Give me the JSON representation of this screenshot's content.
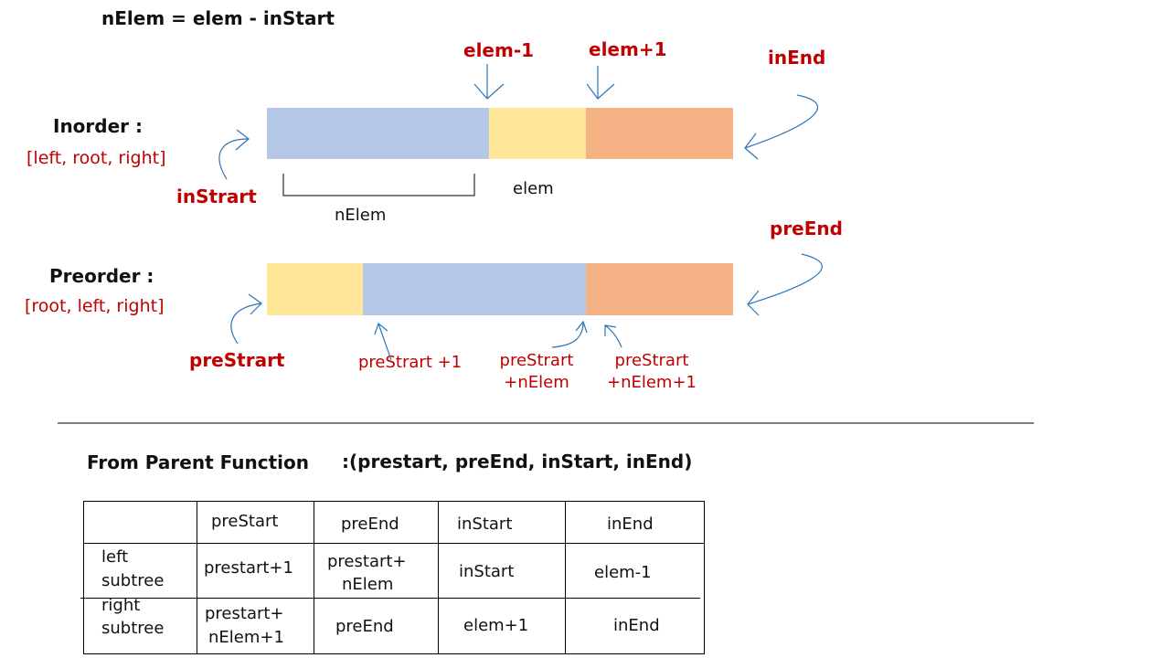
{
  "formula": "nElem = elem - inStart",
  "inorder": {
    "title": "Inorder :",
    "subtitle": "[left, root, right]",
    "labels": {
      "elem_minus_1": "elem-1",
      "elem_plus_1": "elem+1",
      "in_end": "inEnd",
      "in_start": "inStrart",
      "elem": "elem",
      "n_elem": "nElem"
    }
  },
  "preorder": {
    "title": "Preorder :",
    "subtitle": "[root, left, right]",
    "labels": {
      "pre_end": "preEnd",
      "pre_start": "preStrart",
      "pre_start_plus_1": "preStrart  +1",
      "pre_start_n_elem_line1": "preStrart",
      "pre_start_n_elem_line2": "+nElem",
      "pre_start_n_elem_1_line1": "preStrart",
      "pre_start_n_elem_1_line2": "+nElem+1"
    }
  },
  "colors": {
    "left": "#b4c7e7",
    "root": "#ffe699",
    "right": "#f4b183",
    "accent_red": "#c00000",
    "arrow": "#2e75b6"
  },
  "parent": {
    "label": "From Parent Function",
    "signature": ":(prestart, preEnd, inStart, inEnd)"
  },
  "table": {
    "headers": [
      "",
      "preStart",
      "preEnd",
      "inStart",
      "inEnd"
    ],
    "rows": [
      {
        "label_line1": "left",
        "label_line2": "subtree",
        "c1_line1": "prestart+1",
        "c1_line2": "",
        "c2_line1": "prestart+",
        "c2_line2": "nElem",
        "c3": "inStart",
        "c4": "elem-1"
      },
      {
        "label_line1": "right",
        "label_line2": "subtree",
        "c1_line1": "prestart+",
        "c1_line2": "nElem+1",
        "c2_line1": "preEnd",
        "c2_line2": "",
        "c3": "elem+1",
        "c4": "inEnd"
      }
    ]
  }
}
